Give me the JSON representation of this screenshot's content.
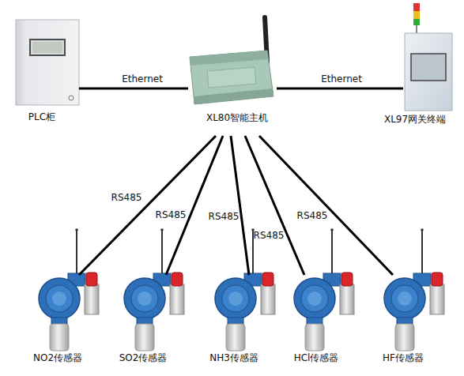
{
  "diagram": {
    "nodes": [
      {
        "text": [
          "PLC柜"
        ]
      },
      {
        "text": [
          "XL80智能主机"
        ]
      },
      {
        "text": [
          "XL97网关终端"
        ]
      },
      {
        "text": [
          "NO2传感器"
        ]
      },
      {
        "text": [
          "SO2传感器"
        ]
      },
      {
        "text": [
          "NH3传感器"
        ]
      },
      {
        "text": [
          "HCl传感器"
        ]
      },
      {
        "text": [
          "HF传感器"
        ]
      }
    ],
    "edges": [
      {
        "from": 0,
        "to": 1,
        "label": "Ethernet",
        "arrow": "none"
      },
      {
        "from": 1,
        "to": 2,
        "label": "Ethernet",
        "arrow": "none"
      },
      {
        "from": 1,
        "to": 3,
        "label": "RS485",
        "arrow": "none"
      },
      {
        "from": 1,
        "to": 4,
        "label": "RS485",
        "arrow": "none"
      },
      {
        "from": 1,
        "to": 5,
        "label": "RS485",
        "arrow": "none"
      },
      {
        "from": 1,
        "to": 6,
        "label": "RS485",
        "arrow": "none"
      },
      {
        "from": 1,
        "to": 7,
        "label": "RS485",
        "arrow": "none"
      }
    ]
  }
}
